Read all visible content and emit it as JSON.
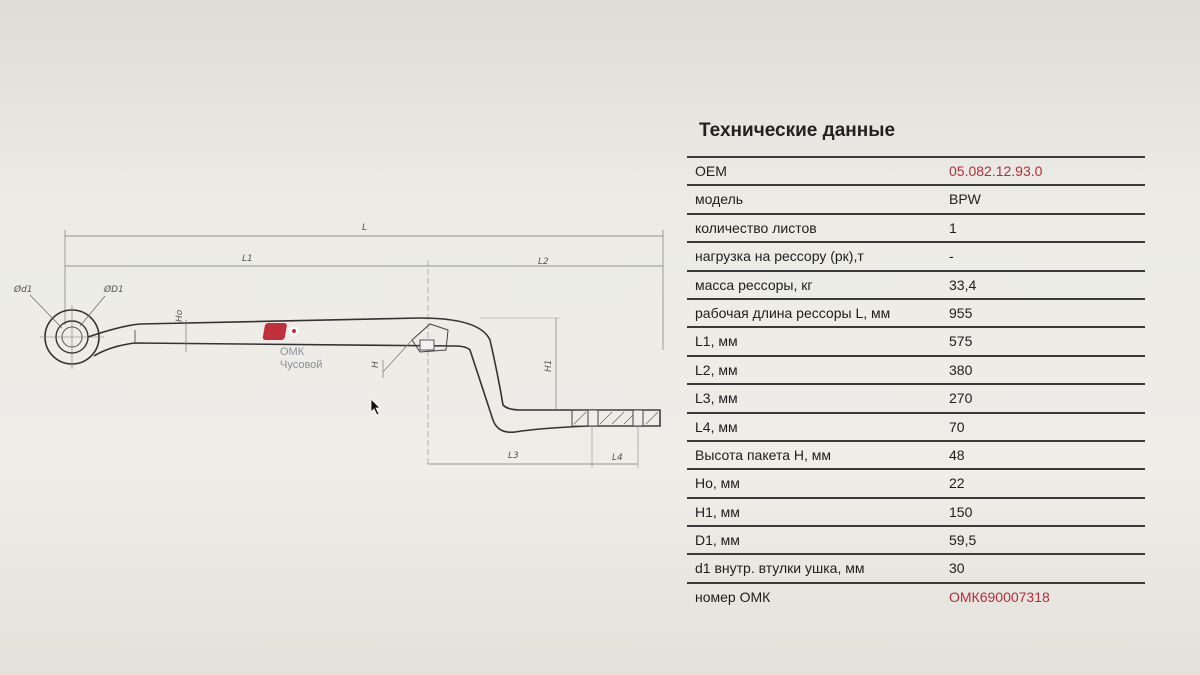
{
  "specs": {
    "title": "Технические данные",
    "accent_color": "#b52d3a",
    "rows": [
      {
        "label": "OEM",
        "value": "05.082.12.93.0",
        "accent": true
      },
      {
        "label": "модель",
        "value": "BPW"
      },
      {
        "label": "количество листов",
        "value": "1"
      },
      {
        "label": "нагрузка на рессору (рк),т",
        "value": "-"
      },
      {
        "label": "масса рессоры, кг",
        "value": "33,4"
      },
      {
        "label": "рабочая длина рессоры L, мм",
        "value": "955"
      },
      {
        "label": "L1, мм",
        "value": "575"
      },
      {
        "label": "L2, мм",
        "value": "380"
      },
      {
        "label": "L3, мм",
        "value": "270"
      },
      {
        "label": "L4, мм",
        "value": "70"
      },
      {
        "label": "Высота пакета H, мм",
        "value": "48"
      },
      {
        "label": "Ho, мм",
        "value": "22"
      },
      {
        "label": "H1, мм",
        "value": "150"
      },
      {
        "label": "D1, мм",
        "value": "59,5"
      },
      {
        "label": "d1 внутр. втулки ушка, мм",
        "value": "30"
      },
      {
        "label": "номер ОМК",
        "value": "ОМК690007318",
        "accent": true
      }
    ]
  },
  "drawing": {
    "dimensions": {
      "L": "L",
      "L1": "L1",
      "L2": "L2",
      "L3": "L3",
      "L4": "L4",
      "H": "H",
      "Ho": "Ho",
      "H1": "H1",
      "d1": "Ød1",
      "D1": "ØD1"
    },
    "logo": {
      "line1": "ОМК",
      "line2": "Чусовой",
      "color": "#c0303c"
    }
  },
  "cursor_icon": "arrow-pointer-icon"
}
